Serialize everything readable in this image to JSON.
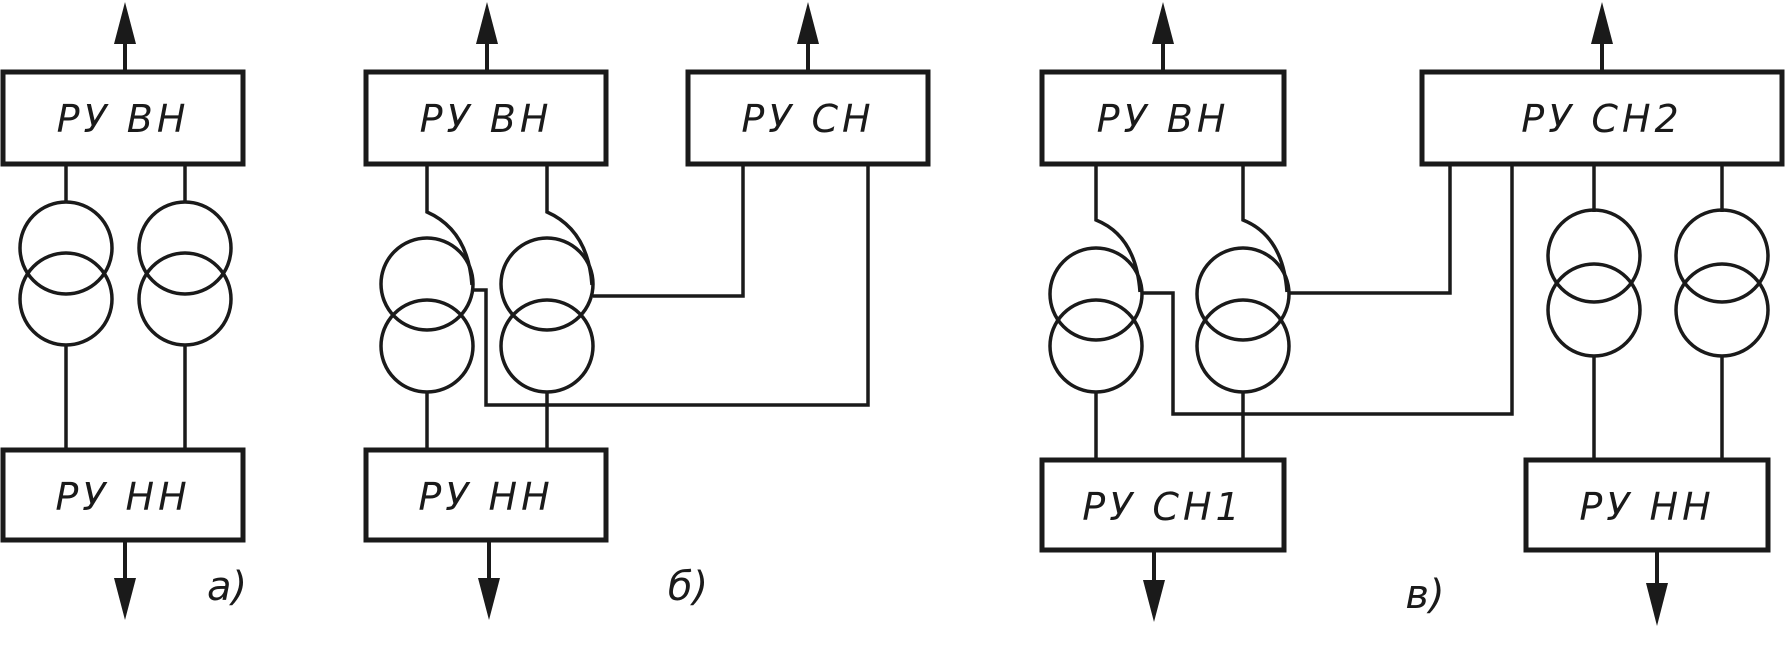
{
  "diagram_a": {
    "top_box": "РУ ВН",
    "bottom_box": "РУ НН",
    "caption": "а)"
  },
  "diagram_b": {
    "top_left_box": "РУ ВН",
    "top_right_box": "РУ СН",
    "bottom_box": "РУ НН",
    "caption": "б)"
  },
  "diagram_c": {
    "top_left_box": "РУ ВН",
    "top_right_box": "РУ СН2",
    "bottom_left_box": "РУ СН1",
    "bottom_right_box": "РУ НН",
    "caption": "в)"
  },
  "colors": {
    "line": "#1a1a1a",
    "background": "#ffffff"
  }
}
